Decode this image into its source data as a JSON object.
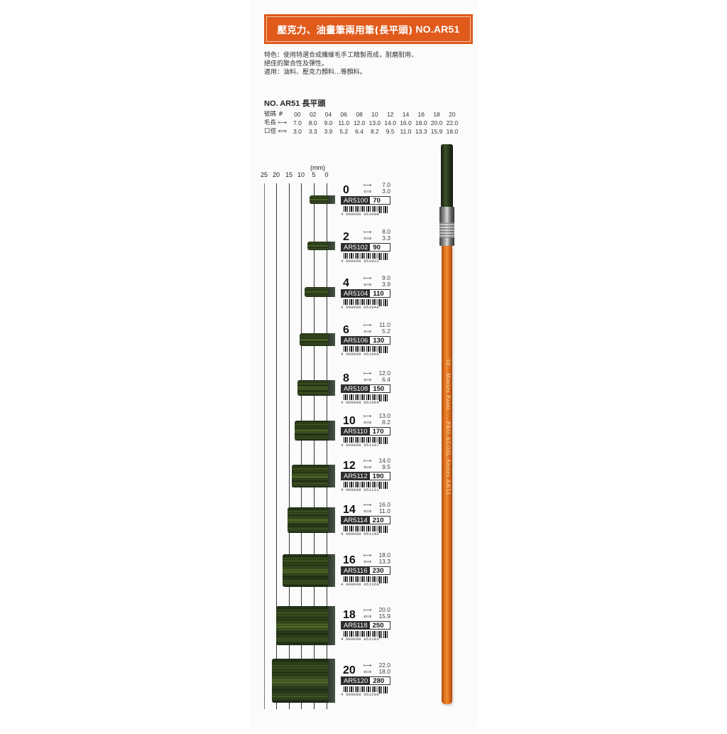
{
  "banner": {
    "title": "壓克力、油畫筆兩用筆(長平頭)",
    "model": "NO.AR51",
    "color": "#e05a1c"
  },
  "description": {
    "line1": "特色：使用特選合成纖維毛手工精製而成，耐磨耐用、",
    "line2": "絕佳的聚合性及彈性。",
    "line3": "適用：油料、壓克力顏料...等顏料。"
  },
  "spec_table": {
    "title": "NO. AR51 長平頭",
    "rows": [
      {
        "label": "號碼 #",
        "values": [
          "00",
          "02",
          "04",
          "06",
          "08",
          "10",
          "12",
          "14",
          "16",
          "18",
          "20"
        ]
      },
      {
        "label": "毛長 ⟼",
        "values": [
          "7.0",
          "8.0",
          "9.0",
          "11.0",
          "12.0",
          "13.0",
          "14.0",
          "16.0",
          "18.0",
          "20.0",
          "22.0"
        ]
      },
      {
        "label": "口徑 ⟺",
        "values": [
          "3.0",
          "3.3",
          "3.9",
          "5.2",
          "6.4",
          "8.2",
          "9.5",
          "11.0",
          "13.3",
          "15.9",
          "18.0"
        ]
      }
    ]
  },
  "ruler": {
    "unit": "(mm)",
    "ticks": [
      "25",
      "20",
      "15",
      "10",
      "5",
      "0"
    ]
  },
  "icons": {
    "length": "length-arrow-icon",
    "width": "width-arrow-icon",
    "length_glyph": "⟼",
    "width_glyph": "⟺"
  },
  "items": [
    {
      "size": "0",
      "length": "7.0",
      "width": "3.0",
      "code": "AR5100",
      "price": "70",
      "barcode": "4 000000 051008"
    },
    {
      "size": "2",
      "length": "8.0",
      "width": "3.3",
      "code": "AR5102",
      "price": "90",
      "barcode": "4 000000 051022"
    },
    {
      "size": "4",
      "length": "9.0",
      "width": "3.9",
      "code": "AR5104",
      "price": "110",
      "barcode": "4 000000 051046"
    },
    {
      "size": "6",
      "length": "11.0",
      "width": "5.2",
      "code": "AR5106",
      "price": "130",
      "barcode": "4 000000 051060"
    },
    {
      "size": "8",
      "length": "12.0",
      "width": "6.4",
      "code": "AR5108",
      "price": "150",
      "barcode": "4 000000 051084"
    },
    {
      "size": "10",
      "length": "13.0",
      "width": "8.2",
      "code": "AR5110",
      "price": "170",
      "barcode": "4 000000 051107"
    },
    {
      "size": "12",
      "length": "14.0",
      "width": "9.5",
      "code": "AR5112",
      "price": "190",
      "barcode": "4 000000 051121"
    },
    {
      "size": "14",
      "length": "16.0",
      "width": "11.0",
      "code": "AR5114",
      "price": "210",
      "barcode": "4 000000 051145"
    },
    {
      "size": "16",
      "length": "18.0",
      "width": "13.3",
      "code": "AR5116",
      "price": "230",
      "barcode": "4 000000 051169"
    },
    {
      "size": "18",
      "length": "20.0",
      "width": "15.9",
      "code": "AR5118",
      "price": "250",
      "barcode": "4 000000 051183"
    },
    {
      "size": "20",
      "length": "22.0",
      "width": "18.0",
      "code": "AR5120",
      "price": "280",
      "barcode": "4 000000 051206"
    }
  ],
  "brush_photo": {
    "handle_size": "10",
    "handle_brand": "Maries Paint",
    "handle_series": "PRO  ACOIL  Series  AR51",
    "handle_color": "#e77a26"
  }
}
